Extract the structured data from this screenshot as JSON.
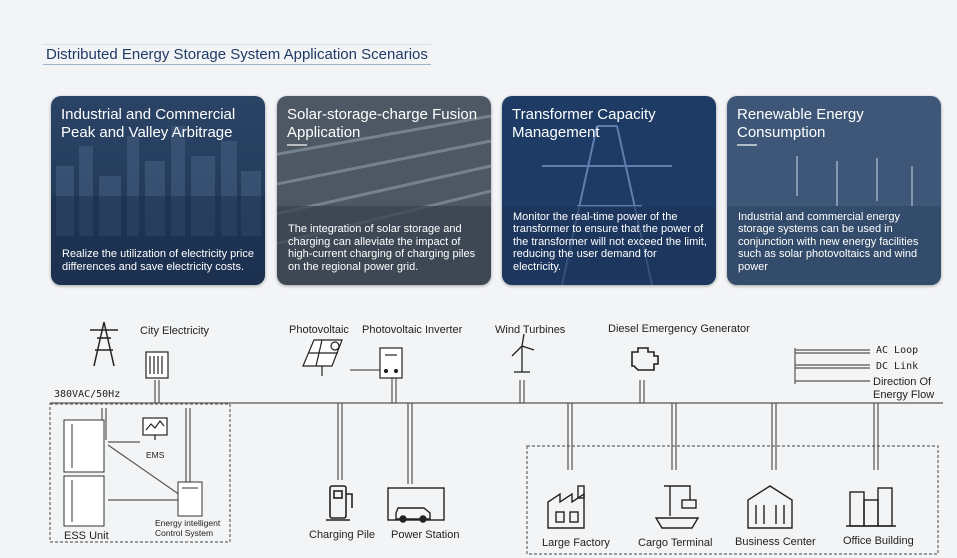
{
  "title": "Distributed Energy Storage System Application Scenarios",
  "cards": [
    {
      "title": "Industrial and Commercial Peak and Valley Arbitrage",
      "description": "Realize the utilization of electricity price differences and save electricity costs."
    },
    {
      "title": "Solar-storage-charge Fusion Application",
      "description": "The integration of solar storage and charging can alleviate the impact of high-current charging of charging piles on the regional power grid."
    },
    {
      "title": "Transformer Capacity Management",
      "description": "Monitor the real-time power of the transformer to ensure that the power of the transformer will not exceed the limit, reducing the user demand for electricity."
    },
    {
      "title": "Renewable Energy Consumption",
      "description": "Industrial and commercial energy storage systems can be used in conjunction with new energy facilities such as solar photovoltaics and wind power"
    }
  ],
  "diagram": {
    "city_electricity": "City Electricity",
    "photovoltaic": "Photovoltaic",
    "pv_inverter": "Photovoltaic Inverter",
    "wind_turbines": "Wind Turbines",
    "diesel_generator": "Diesel Emergency Generator",
    "voltage": "380VAC/50Hz",
    "ems": "EMS",
    "ess_unit": "ESS Unit",
    "energy_control_line1": "Energy intelligent",
    "energy_control_line2": "Control System",
    "charging_pile": "Charging Pile",
    "power_station": "Power Station",
    "large_factory": "Large Factory",
    "cargo_terminal": "Cargo Terminal",
    "business_center": "Business Center",
    "office_building": "Office Building",
    "legend": {
      "ac_loop": "AC Loop",
      "dc_link": "DC Link",
      "direction_line1": "Direction Of",
      "direction_line2": "Energy Flow"
    }
  },
  "icons": [
    "power-tower-icon",
    "transformer-icon",
    "solar-panel-icon",
    "inverter-icon",
    "wind-turbine-icon",
    "engine-icon",
    "monitor-icon",
    "battery-cabinet-icon",
    "control-cabinet-icon",
    "charging-pile-icon",
    "car-garage-icon",
    "factory-icon",
    "crane-ship-icon",
    "business-building-icon",
    "office-building-icon"
  ]
}
